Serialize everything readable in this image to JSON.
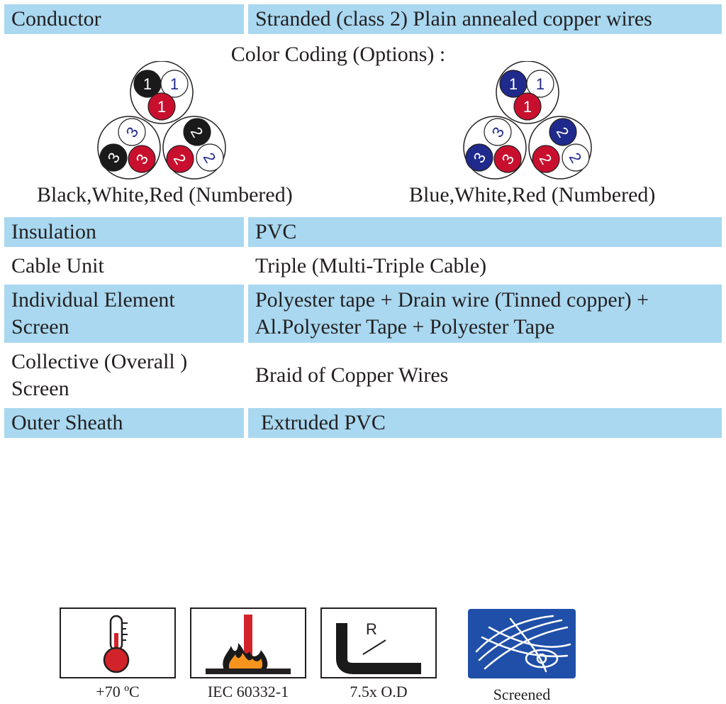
{
  "spec_table": {
    "conductor": {
      "label": "Conductor",
      "value": "Stranded (class 2) Plain annealed copper wires"
    },
    "insulation": {
      "label": "Insulation",
      "value": "PVC"
    },
    "cable_unit": {
      "label": "Cable Unit",
      "value": "Triple (Multi-Triple Cable)"
    },
    "individual_screen": {
      "label_line1": "Individual Element",
      "label_line2": "Screen",
      "value_line1": "Polyester tape + Drain wire (Tinned copper) +",
      "value_line2": "Al.Polyester Tape + Polyester Tape"
    },
    "collective_screen": {
      "label_line1": "Collective (Overall )",
      "label_line2": "Screen",
      "value": "Braid of Copper Wires"
    },
    "outer_sheath": {
      "label": "Outer Sheath",
      "value": "Extruded PVC"
    }
  },
  "color_coding": {
    "title": "Color Coding (Options) :",
    "options": [
      {
        "caption": "Black,White,Red (Numbered)",
        "colors": {
          "primary": "#1a1a1a",
          "white": "#ffffff",
          "red": "#c8102e"
        },
        "triples": [
          {
            "number": "1"
          },
          {
            "number": "3"
          },
          {
            "number": "2"
          }
        ]
      },
      {
        "caption": "Blue,White,Red (Numbered)",
        "colors": {
          "primary": "#1f2a8c",
          "white": "#ffffff",
          "red": "#c8102e"
        },
        "triples": [
          {
            "number": "1"
          },
          {
            "number": "3"
          },
          {
            "number": "2"
          }
        ]
      }
    ]
  },
  "icons": [
    {
      "icon": "thermometer-icon",
      "label": "+70 ºC"
    },
    {
      "icon": "flame-test-icon",
      "label": "IEC 60332-1"
    },
    {
      "icon": "bend-radius-icon",
      "label": "7.5x O.D",
      "glyph": "R"
    },
    {
      "icon": "screened-icon",
      "label": "Screened"
    }
  ],
  "colors": {
    "row_shade": "#a9d8f0",
    "text": "#231f20",
    "screen_blue": "#1f4fa8",
    "flame_orange": "#f7941d",
    "red": "#d2232a"
  }
}
